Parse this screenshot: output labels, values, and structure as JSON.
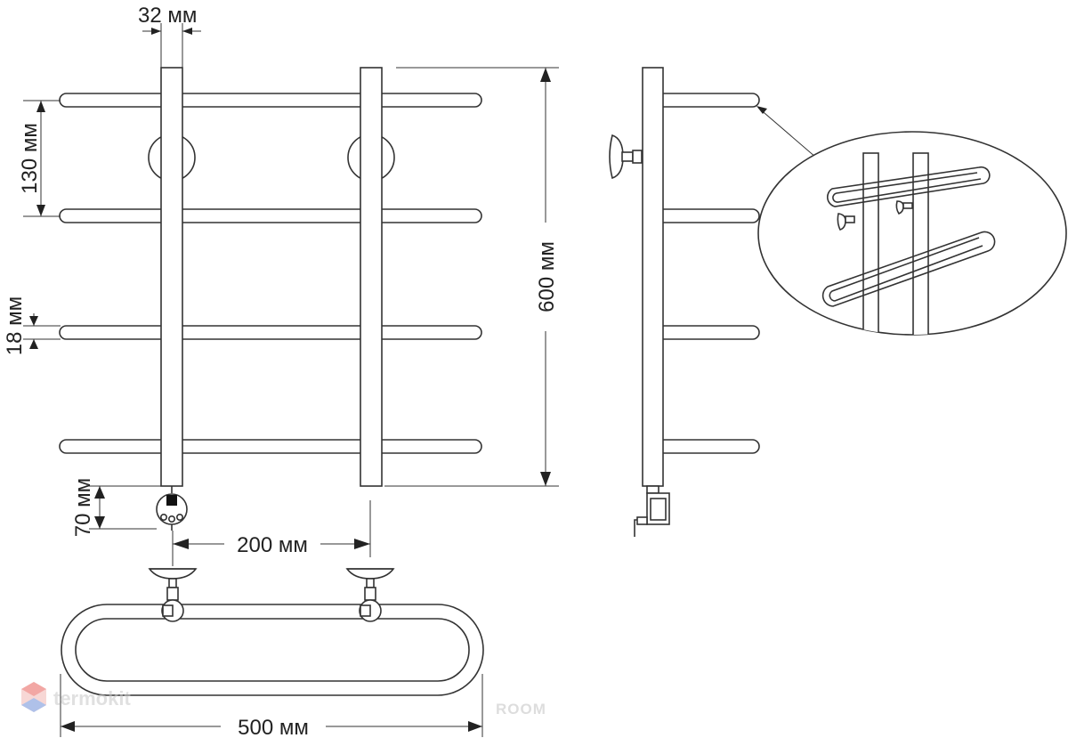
{
  "dimensions": {
    "pipe_width": "32 мм",
    "rung_spacing": "130 мм",
    "rung_diameter": "18 мм",
    "height": "600 мм",
    "bottom_offset": "70 мм",
    "center_distance": "200 мм",
    "total_width": "500 мм"
  },
  "watermarks": {
    "brand": "termokit",
    "room": "ROOM"
  },
  "colors": {
    "line": "#333333",
    "text": "#222222",
    "watermark": "#c8c8c8",
    "logo_red": "#e8605a",
    "logo_blue": "#6e8fd8"
  }
}
